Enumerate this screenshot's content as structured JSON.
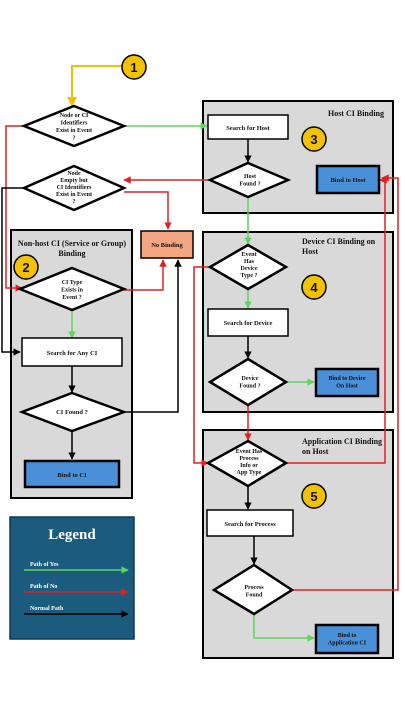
{
  "sections": {
    "host": "Host CI Binding",
    "nonhost": [
      "Non-host CI (Service or Group)",
      "Binding"
    ],
    "device": [
      "Device CI Binding on",
      "Host"
    ],
    "application": [
      "Application CI Binding",
      "on Host"
    ]
  },
  "step_numbers": [
    "1",
    "2",
    "3",
    "4",
    "5"
  ],
  "nodes": {
    "d_node_or_ci": [
      "Node or CI",
      "Identifiers",
      "Exist in Event",
      "?"
    ],
    "d_node_empty": [
      "Node",
      "Empty but",
      "CI Identifiers",
      "Exist in Event",
      "?"
    ],
    "d_ci_type": [
      "CI Type",
      "Exists in",
      "Event ?"
    ],
    "d_ci_found": [
      "CI Found ?"
    ],
    "d_host_found": [
      "Host",
      "Found ?"
    ],
    "d_device_type": [
      "Event",
      "Has",
      "Device",
      "Type ?"
    ],
    "d_device_found": [
      "Device",
      "Found ?"
    ],
    "d_process_info": [
      "Event Has",
      "Process",
      "Info or",
      "App Type"
    ],
    "d_process_found": [
      "Process",
      "Found"
    ],
    "p_search_host": "Search for Host",
    "p_search_any_ci": "Search for Any CI",
    "p_search_device": "Search for Device",
    "p_search_process": "Search for Process",
    "b_bind_host": "Bind to Host",
    "b_bind_ci": "Bind to CI",
    "b_bind_device": [
      "Bind to Device",
      "On Host"
    ],
    "b_bind_app": [
      "Bind to",
      "Application CI"
    ],
    "b_no_binding": "No Binding"
  },
  "legend": {
    "title": "Legend",
    "items": [
      "Path of Yes",
      "Path of No",
      "Normal Path"
    ]
  },
  "colors": {
    "section_bg": "#d9d9d9",
    "bind_box": "#4a90d9",
    "no_binding": "#f4a582",
    "legend_bg": "#1b5c7e",
    "yes_path": "#5cd65c",
    "no_path": "#e02020",
    "normal_path": "#000000",
    "start_path": "#f2c200",
    "number_badge": "#f2c200"
  }
}
